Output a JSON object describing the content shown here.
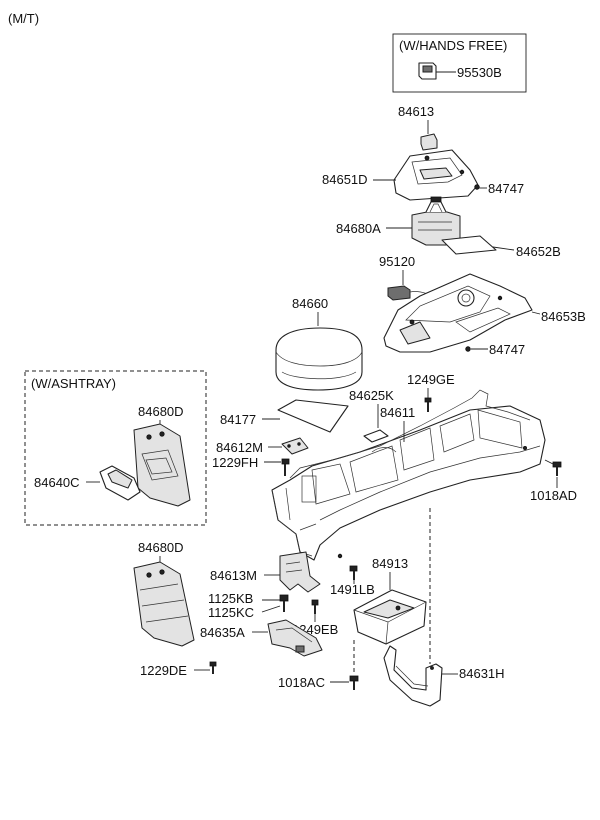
{
  "diagram": {
    "header": "(M/T)",
    "boxes": [
      {
        "id": "hands-free",
        "title": "(W/HANDS FREE)"
      },
      {
        "id": "ashtray",
        "title": "(W/ASHTRAY)"
      }
    ],
    "labels": {
      "l95530B": "95530B",
      "l84613": "84613",
      "l84651D": "84651D",
      "l84747a": "84747",
      "l84680A": "84680A",
      "l84652B": "84652B",
      "l95120": "95120",
      "l84653B": "84653B",
      "l84747b": "84747",
      "l84660": "84660",
      "l1249GE": "1249GE",
      "l84625K": "84625K",
      "l84611": "84611",
      "l84177": "84177",
      "l84680Da": "84680D",
      "l84640C": "84640C",
      "l84612M": "84612M",
      "l1229FH": "1229FH",
      "l1018ADa": "1018AD",
      "l84680Db": "84680D",
      "l84913": "84913",
      "l84613M": "84613M",
      "l1491LB": "1491LB",
      "l1125KB": "1125KB",
      "l1125KC": "1125KC",
      "l84635A": "84635A",
      "l1249EB": "1249EB",
      "l1229DE": "1229DE",
      "l1018ACb": "1018AC",
      "l84631H": "84631H"
    }
  }
}
